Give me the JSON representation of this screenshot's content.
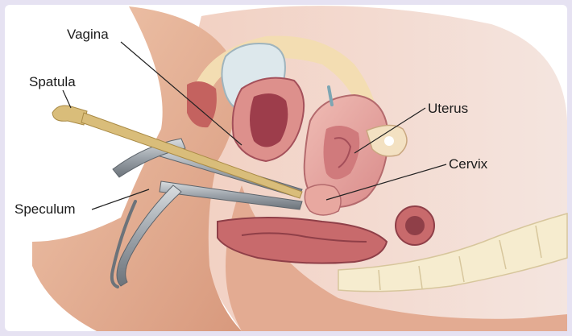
{
  "labels": {
    "vagina": "Vagina",
    "spatula": "Spatula",
    "uterus": "Uterus",
    "cervix": "Cervix",
    "speculum": "Speculum"
  },
  "colors": {
    "background": "#e6e2f2",
    "skin": "#e9b79b",
    "skin_shadow": "#c98d73",
    "fat": "#f3ddb2",
    "uterus": "#e7a7a2",
    "uterus_lining": "#b55a64",
    "bladder": "#dde8ec",
    "rectum": "#c86a6c",
    "bone": "#f6eccf",
    "spatula": "#d9bd7a",
    "speculum": "#9ea4aa"
  }
}
